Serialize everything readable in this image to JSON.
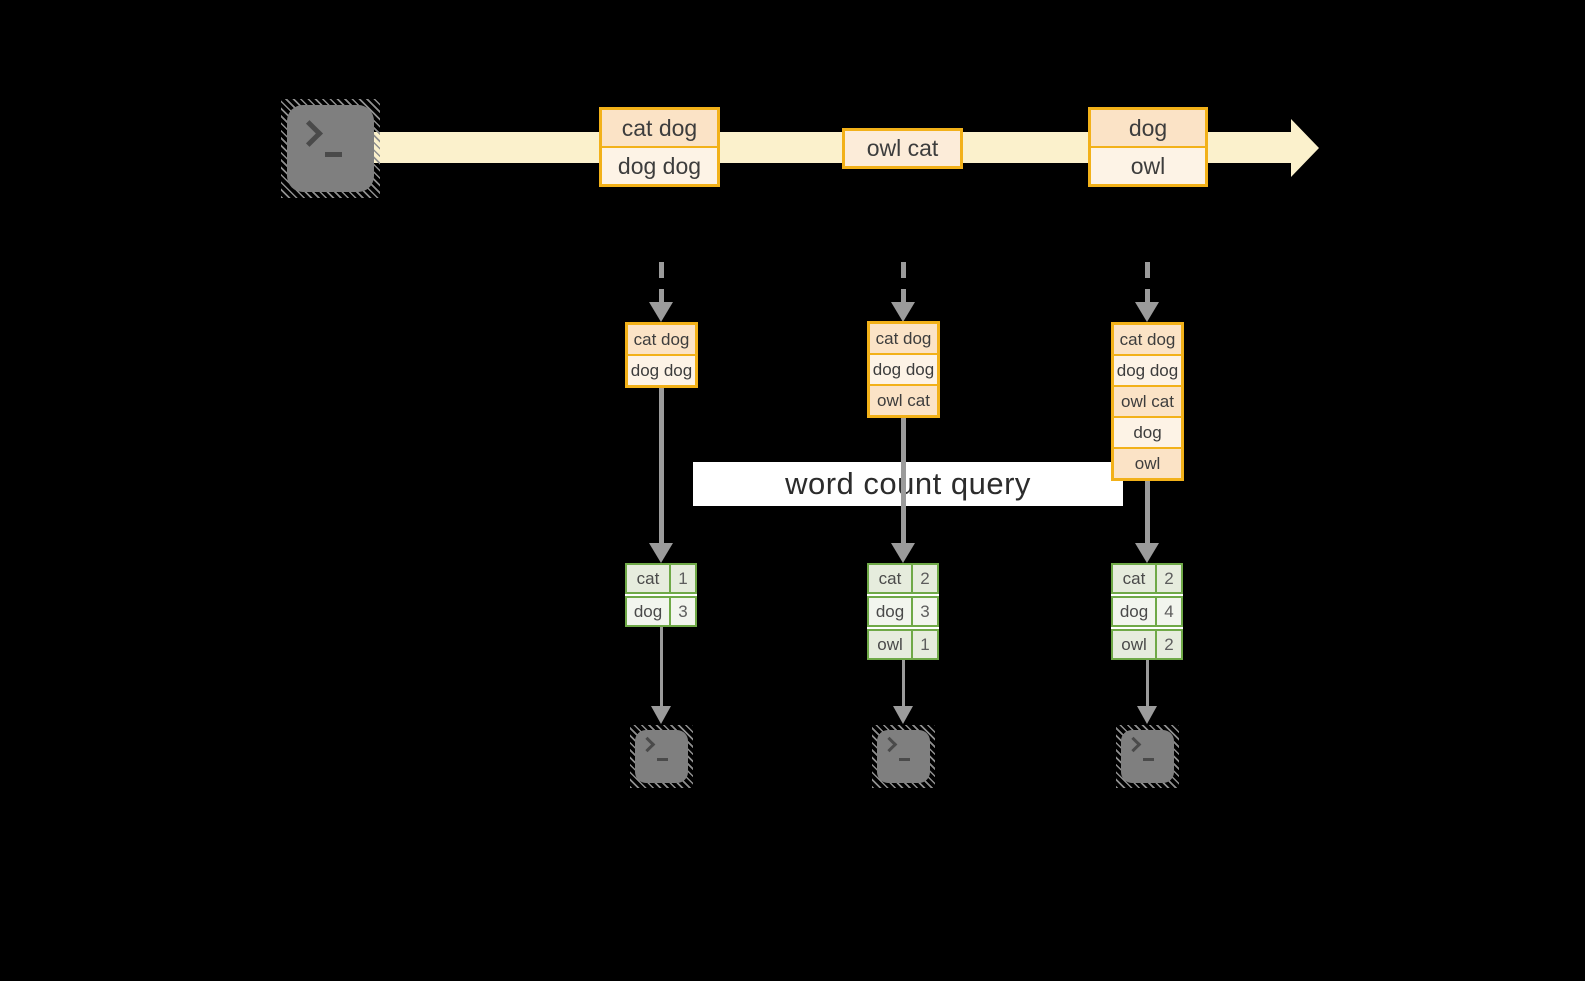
{
  "colors": {
    "background": "#000000",
    "stream_band": "#fbf1cc",
    "box_border": "#f2b119",
    "fill_dark": "#fbe3c6",
    "fill_light": "#fdf3e6",
    "fill_mid": "#fcecd9",
    "green_border": "#6fa947",
    "sage_dark": "#e6ecdd",
    "sage_light": "#f2f5ee",
    "arrow_gray": "#9b9b9b",
    "terminal_gray": "#7f7f7f",
    "query_bg": "#ffffff",
    "query_text": "#2c2c2c"
  },
  "source": {
    "icon": "terminal-icon"
  },
  "stream": {
    "batches": [
      {
        "rows": [
          {
            "text": "cat dog",
            "tone": "dark"
          },
          {
            "text": "dog dog",
            "tone": "light"
          }
        ]
      },
      {
        "rows": [
          {
            "text": "owl cat",
            "tone": "mid"
          }
        ]
      },
      {
        "rows": [
          {
            "text": "dog",
            "tone": "dark"
          },
          {
            "text": "owl",
            "tone": "light"
          }
        ]
      }
    ]
  },
  "query": {
    "label": "word count query"
  },
  "columns": [
    {
      "buffer": [
        {
          "text": "cat dog",
          "tone": "dark"
        },
        {
          "text": "dog dog",
          "tone": "light"
        }
      ],
      "counts": [
        {
          "word": "cat",
          "count": "1"
        },
        {
          "word": "dog",
          "count": "3"
        }
      ],
      "sink_icon": "terminal-icon"
    },
    {
      "buffer": [
        {
          "text": "cat dog",
          "tone": "dark"
        },
        {
          "text": "dog dog",
          "tone": "light"
        },
        {
          "text": "owl cat",
          "tone": "dark"
        }
      ],
      "counts": [
        {
          "word": "cat",
          "count": "2"
        },
        {
          "word": "dog",
          "count": "3"
        },
        {
          "word": "owl",
          "count": "1"
        }
      ],
      "sink_icon": "terminal-icon"
    },
    {
      "buffer": [
        {
          "text": "cat dog",
          "tone": "dark"
        },
        {
          "text": "dog dog",
          "tone": "light"
        },
        {
          "text": "owl cat",
          "tone": "dark"
        },
        {
          "text": "dog",
          "tone": "light"
        },
        {
          "text": "owl",
          "tone": "dark"
        }
      ],
      "counts": [
        {
          "word": "cat",
          "count": "2"
        },
        {
          "word": "dog",
          "count": "4"
        },
        {
          "word": "owl",
          "count": "2"
        }
      ],
      "sink_icon": "terminal-icon"
    }
  ]
}
